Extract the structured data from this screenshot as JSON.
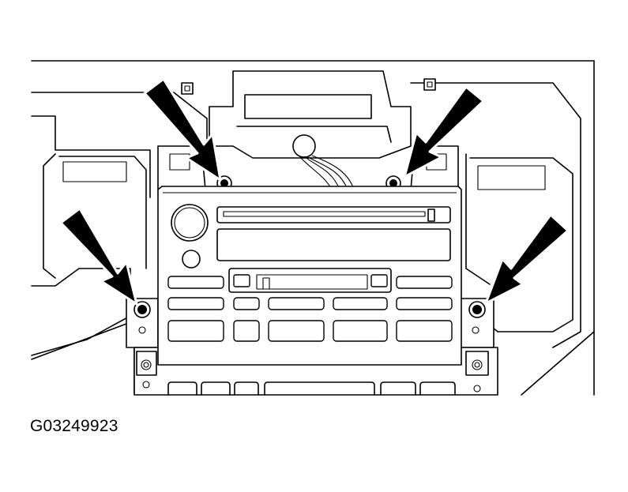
{
  "figure": {
    "id_label": "G03249923"
  },
  "colors": {
    "line": "#000000",
    "background": "#ffffff"
  },
  "illustration": {
    "subject": "radio-head-unit-removal",
    "arrow_count": 4
  }
}
